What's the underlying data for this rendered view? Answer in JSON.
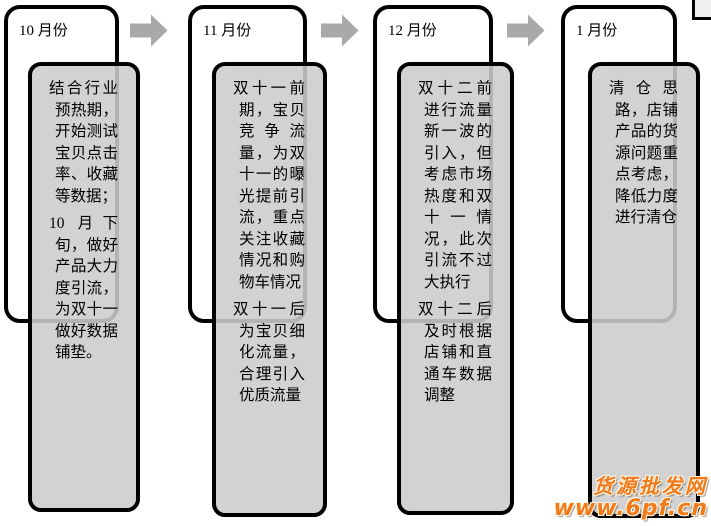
{
  "diagram": {
    "type": "monthly-flow-plan",
    "columns": [
      {
        "month": "10 月份",
        "paragraphs": [
          "结合行业预热期，开始测试宝贝点击率、收藏等数据；",
          "10 月下旬，做好产品大力度引流，为双十一做好数据铺垫。"
        ]
      },
      {
        "month": "11 月份",
        "paragraphs": [
          "双十一前期，宝贝竞争流量，为双十一的曝光提前引流，重点关注收藏情况和购物车情况",
          "双十一后为宝贝细化流量，合理引入优质流量"
        ]
      },
      {
        "month": "12 月份",
        "paragraphs": [
          "双十二前进行流量新一波的引入，但考虑市场热度和双十一情况，此次引流不过大执行",
          "双十二后及时根据店铺和直通车数据调整"
        ]
      },
      {
        "month": "1 月份",
        "paragraphs": [
          "清仓思路，店铺产品的货源问题重点考虑，降低力度进行清仓"
        ]
      }
    ],
    "icons": {
      "flow_arrow": "arrow-right-icon"
    },
    "colors": {
      "box_border": "#000000",
      "content_fill": "#d2d2d2",
      "arrow_fill": "#a9a9a9",
      "watermark_orange": "#f07b1d"
    }
  },
  "watermark": {
    "line1": "货源批发网",
    "line2": "www.6pf.cn"
  }
}
